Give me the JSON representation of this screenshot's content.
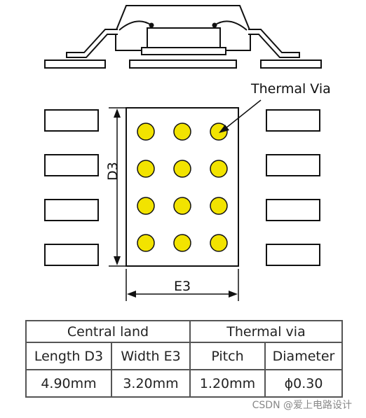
{
  "diagram": {
    "labels": {
      "thermal_via": "Thermal Via",
      "d3": "D3",
      "e3": "E3"
    },
    "colors": {
      "via_fill": "#f2e300",
      "outline": "#111111",
      "fill": "#ffffff"
    },
    "via_grid": {
      "rows": 4,
      "cols": 3
    },
    "side_pads_per_side": 4
  },
  "table": {
    "headers": [
      "Central land",
      "Thermal via"
    ],
    "subheaders": [
      "Length D3",
      "Width E3",
      "Pitch",
      "Diameter"
    ],
    "values": [
      "4.90mm",
      "3.20mm",
      "1.20mm",
      "ϕ0.30"
    ]
  },
  "watermark": "CSDN @爱上电路设计"
}
